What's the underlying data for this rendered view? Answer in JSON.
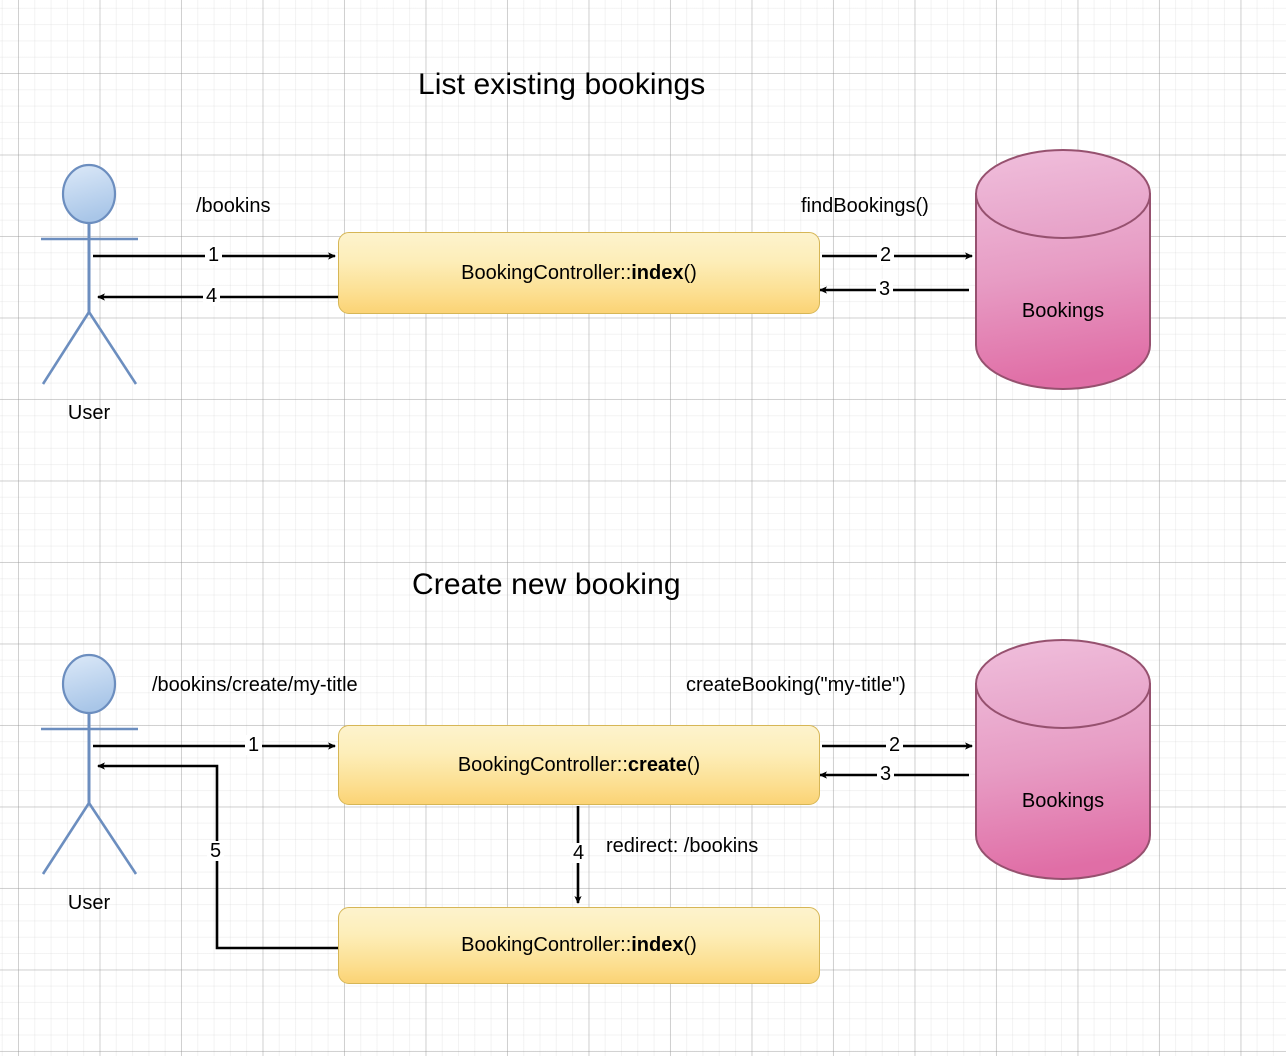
{
  "diagram": {
    "title_note": "Two request-flow diagrams for a booking controller",
    "sections": [
      {
        "id": "list",
        "title": "List existing bookings",
        "actor": {
          "label": "User",
          "icon": "actor-stick-figure-icon"
        },
        "database": {
          "label": "Bookings",
          "icon": "database-cylinder-icon"
        },
        "boxes": [
          {
            "id": "index",
            "prefix": "BookingController::",
            "method": "index",
            "suffix": "()"
          }
        ],
        "edges": [
          {
            "num": "1",
            "label": "/bookins",
            "from": "user",
            "to": "index",
            "direction": "right"
          },
          {
            "num": "4",
            "label": "",
            "from": "index",
            "to": "user",
            "direction": "left"
          },
          {
            "num": "2",
            "label": "findBookings()",
            "from": "index",
            "to": "db",
            "direction": "right"
          },
          {
            "num": "3",
            "label": "",
            "from": "db",
            "to": "index",
            "direction": "left"
          }
        ]
      },
      {
        "id": "create",
        "title": "Create new booking",
        "actor": {
          "label": "User",
          "icon": "actor-stick-figure-icon"
        },
        "database": {
          "label": "Bookings",
          "icon": "database-cylinder-icon"
        },
        "boxes": [
          {
            "id": "create",
            "prefix": "BookingController::",
            "method": "create",
            "suffix": "()"
          },
          {
            "id": "index2",
            "prefix": "BookingController::",
            "method": "index",
            "suffix": "()"
          }
        ],
        "edges": [
          {
            "num": "1",
            "label": "/bookins/create/my-title",
            "from": "user",
            "to": "create",
            "direction": "right"
          },
          {
            "num": "2",
            "label": "createBooking(\"my-title\")",
            "from": "create",
            "to": "db",
            "direction": "right"
          },
          {
            "num": "3",
            "label": "",
            "from": "db",
            "to": "create",
            "direction": "left"
          },
          {
            "num": "4",
            "label": "redirect: /bookins",
            "from": "create",
            "to": "index2",
            "direction": "down"
          },
          {
            "num": "5",
            "label": "",
            "from": "index2",
            "to": "user",
            "direction": "elbow-left"
          }
        ]
      }
    ],
    "colors": {
      "box_fill_top": "#fdf3cd",
      "box_fill_bottom": "#fbd375",
      "box_stroke": "#d6b656",
      "db_fill_top": "#e8a8cc",
      "db_fill_bottom": "#e374ab",
      "db_stroke": "#96516f",
      "actor_stroke": "#6c8ebf",
      "actor_head_fill": "#cfe0f5",
      "arrow": "#000000",
      "text": "#000000",
      "grid": "#c8c8c8",
      "background": "#ffffff"
    }
  }
}
